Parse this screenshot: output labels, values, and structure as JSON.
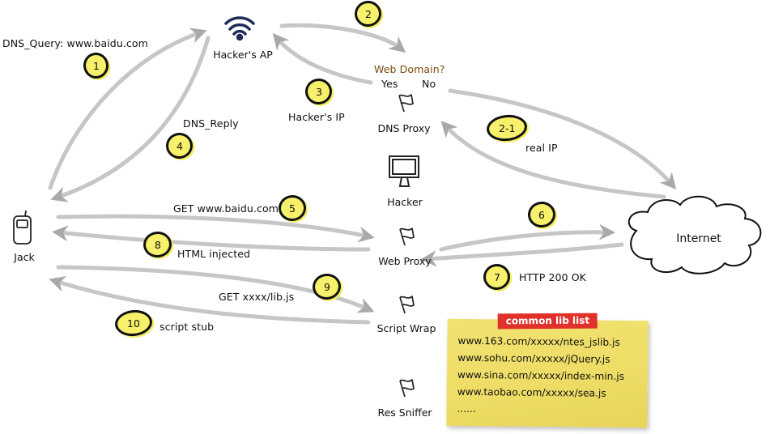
{
  "diagram": {
    "nodes": {
      "jack": {
        "label": "Jack",
        "icon": "phone-icon"
      },
      "hackers_ap": {
        "label": "Hacker's AP",
        "icon": "wifi-icon"
      },
      "dns_proxy": {
        "label": "DNS Proxy",
        "icon": "flag-icon"
      },
      "hacker": {
        "label": "Hacker",
        "icon": "monitor-icon"
      },
      "web_proxy": {
        "label": "Web Proxy",
        "icon": "flag-icon"
      },
      "script_wrap": {
        "label": "Script Wrap",
        "icon": "flag-icon"
      },
      "res_sniffer": {
        "label": "Res Sniffer",
        "icon": "flag-icon"
      },
      "internet": {
        "label": "Internet",
        "icon": "cloud-icon"
      }
    },
    "decision": {
      "question": "Web Domain?",
      "yes": "Yes",
      "no": "No"
    },
    "steps": [
      {
        "badge": "1",
        "label": "DNS_Query: www.baidu.com"
      },
      {
        "badge": "2",
        "label": ""
      },
      {
        "badge": "2-1",
        "label": "real IP"
      },
      {
        "badge": "3",
        "label": "Hacker's IP"
      },
      {
        "badge": "4",
        "label": "DNS_Reply"
      },
      {
        "badge": "5",
        "label": "GET www.baidu.com"
      },
      {
        "badge": "6",
        "label": ""
      },
      {
        "badge": "7",
        "label": "HTTP 200 OK"
      },
      {
        "badge": "8",
        "label": "HTML injected"
      },
      {
        "badge": "9",
        "label": "GET xxxx/lib.js"
      },
      {
        "badge": "10",
        "label": "script stub"
      }
    ],
    "note": {
      "title": "common lib list",
      "items": [
        "www.163.com/xxxxx/ntes_jslib.js",
        "www.sohu.com/xxxxx/jQuery.js",
        "www.sina.com/xxxxx/index-min.js",
        "www.taobao.com/xxxxx/sea.js",
        "......"
      ]
    },
    "colors": {
      "arrow": "#c4c4c4",
      "badge_fill": "#f7f06a",
      "note_fill": "#eedd66",
      "note_tag": "#e0312b",
      "question": "#7a4a10",
      "wifi": "#1f2d5a"
    }
  }
}
